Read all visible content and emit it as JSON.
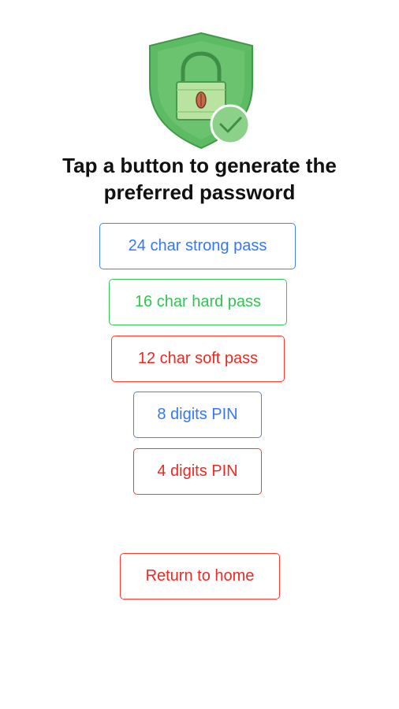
{
  "header": {
    "icon": "shield-lock-check-icon",
    "title": "Tap a button to generate the preferred password"
  },
  "buttons": {
    "strong_24": "24 char strong pass",
    "hard_16": "16 char hard pass",
    "soft_12": "12 char soft pass",
    "pin_8": "8 digits PIN",
    "pin_4": "4 digits PIN",
    "return_home": "Return to home"
  },
  "colors": {
    "blue": "#3478f6",
    "green": "#34c759",
    "red": "#ff3b30",
    "shield_green": "#5dbb63"
  }
}
